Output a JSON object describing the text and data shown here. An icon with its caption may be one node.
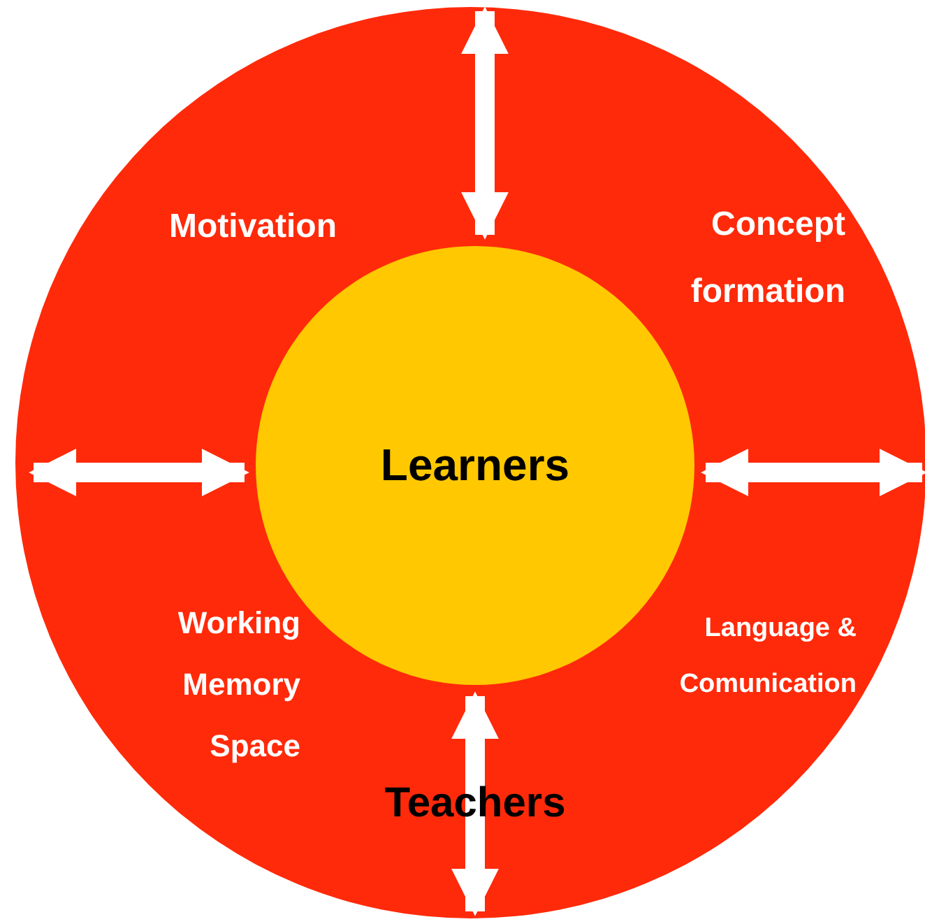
{
  "diagram": {
    "nodes": [
      {
        "text": [
          "Teachers"
        ]
      },
      {
        "text": [
          "Learners"
        ],
        "in": 0
      }
    ],
    "edges": [
      {
        "from": 1,
        "to": null,
        "arrow": "both"
      },
      {
        "from": 1,
        "to": null,
        "arrow": "both"
      },
      {
        "from": 1,
        "to": null,
        "arrow": "both"
      },
      {
        "from": 1,
        "to": null,
        "arrow": "both"
      }
    ],
    "labels": [
      "Motivation",
      "Concept formation",
      "Working Memory Space",
      "Language & Comunication"
    ]
  }
}
